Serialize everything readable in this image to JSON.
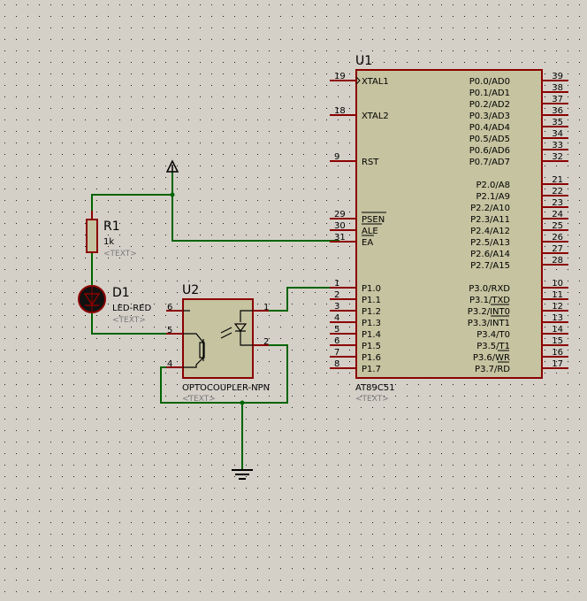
{
  "u1": {
    "ref": "U1",
    "part": "AT89C51",
    "text_placeholder": "<TEXT>",
    "left_pins": [
      {
        "num": "19",
        "name": "XTAL1"
      },
      {
        "num": "18",
        "name": "XTAL2"
      },
      {
        "num": "9",
        "name": "RST"
      },
      {
        "num": "29",
        "name": "PSEN"
      },
      {
        "num": "30",
        "name": "ALE"
      },
      {
        "num": "31",
        "name": "EA"
      },
      {
        "num": "1",
        "name": "P1.0"
      },
      {
        "num": "2",
        "name": "P1.1"
      },
      {
        "num": "3",
        "name": "P1.2"
      },
      {
        "num": "4",
        "name": "P1.3"
      },
      {
        "num": "5",
        "name": "P1.4"
      },
      {
        "num": "6",
        "name": "P1.5"
      },
      {
        "num": "7",
        "name": "P1.6"
      },
      {
        "num": "8",
        "name": "P1.7"
      }
    ],
    "right_pins": [
      {
        "num": "39",
        "name": "P0.0/AD0"
      },
      {
        "num": "38",
        "name": "P0.1/AD1"
      },
      {
        "num": "37",
        "name": "P0.2/AD2"
      },
      {
        "num": "36",
        "name": "P0.3/AD3"
      },
      {
        "num": "35",
        "name": "P0.4/AD4"
      },
      {
        "num": "34",
        "name": "P0.5/AD5"
      },
      {
        "num": "33",
        "name": "P0.6/AD6"
      },
      {
        "num": "32",
        "name": "P0.7/AD7"
      },
      {
        "num": "21",
        "name": "P2.0/A8"
      },
      {
        "num": "22",
        "name": "P2.1/A9"
      },
      {
        "num": "23",
        "name": "P2.2/A10"
      },
      {
        "num": "24",
        "name": "P2.3/A11"
      },
      {
        "num": "25",
        "name": "P2.4/A12"
      },
      {
        "num": "26",
        "name": "P2.5/A13"
      },
      {
        "num": "27",
        "name": "P2.6/A14"
      },
      {
        "num": "28",
        "name": "P2.7/A15"
      },
      {
        "num": "10",
        "name": "P3.0/RXD"
      },
      {
        "num": "11",
        "name": "P3.1/TXD"
      },
      {
        "num": "12",
        "name": "P3.2/INT0"
      },
      {
        "num": "13",
        "name": "P3.3/INT1"
      },
      {
        "num": "14",
        "name": "P3.4/T0"
      },
      {
        "num": "15",
        "name": "P3.5/T1"
      },
      {
        "num": "16",
        "name": "P3.6/WR"
      },
      {
        "num": "17",
        "name": "P3.7/RD"
      }
    ]
  },
  "r1": {
    "ref": "R1",
    "value": "1k",
    "text_placeholder": "<TEXT>"
  },
  "d1": {
    "ref": "D1",
    "value": "LED-RED",
    "text_placeholder": "<TEXT>"
  },
  "u2": {
    "ref": "U2",
    "part": "OPTOCOUPLER-NPN",
    "text_placeholder": "<TEXT>",
    "pins": {
      "p1": "1",
      "p2": "2",
      "p4": "4",
      "p5": "5",
      "p6": "6"
    }
  },
  "colors": {
    "background": "#d4d0c8",
    "grid_dot": "#1a1a1a",
    "wire": "#006400",
    "pin": "#8b0000",
    "component_body": "#c5c3a0",
    "text": "#000000",
    "placeholder_text": "#7a7a7a"
  }
}
